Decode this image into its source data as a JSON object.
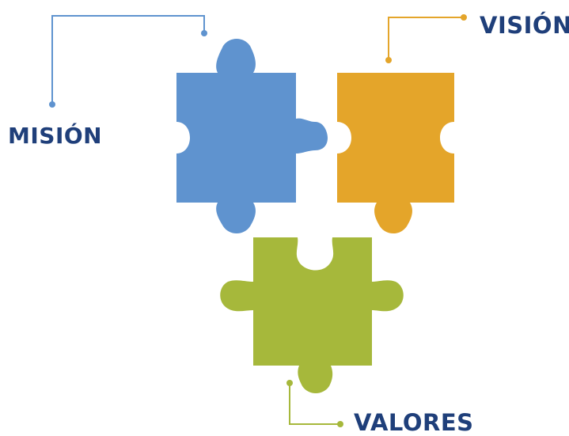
{
  "diagram": {
    "labels": {
      "mision": "MISIÓN",
      "vision": "VISIÓN",
      "valores": "VALORES"
    },
    "colors": {
      "mision": "#5f93cf",
      "vision": "#e4a52a",
      "valores": "#a6b83b",
      "text": "#1f3f7a"
    }
  }
}
